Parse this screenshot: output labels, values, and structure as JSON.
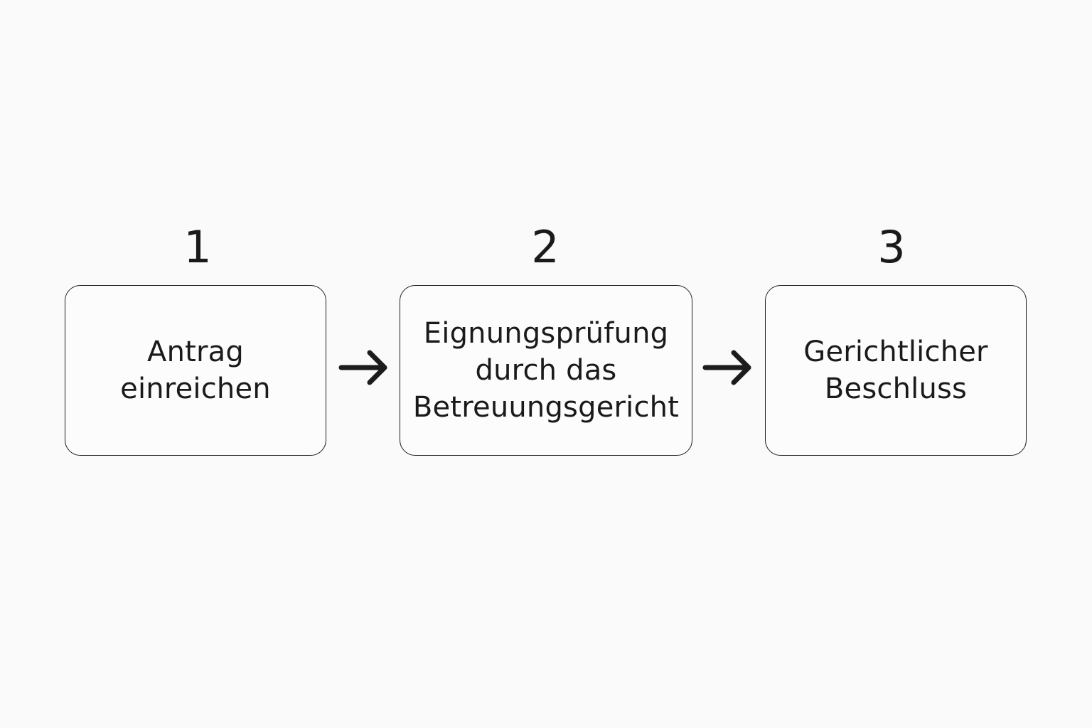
{
  "steps": [
    {
      "number": "1",
      "label": "Antrag\neinreichen"
    },
    {
      "number": "2",
      "label": "Eignungsprüfung\ndurch das\nBetreuungsgericht"
    },
    {
      "number": "3",
      "label": "Gerichtlicher\nBeschluss"
    }
  ],
  "icons": {
    "connector": "arrow-right-icon"
  },
  "colors": {
    "background": "#fafafa",
    "stroke": "#1c1c1c",
    "text": "#1a1a1a"
  }
}
